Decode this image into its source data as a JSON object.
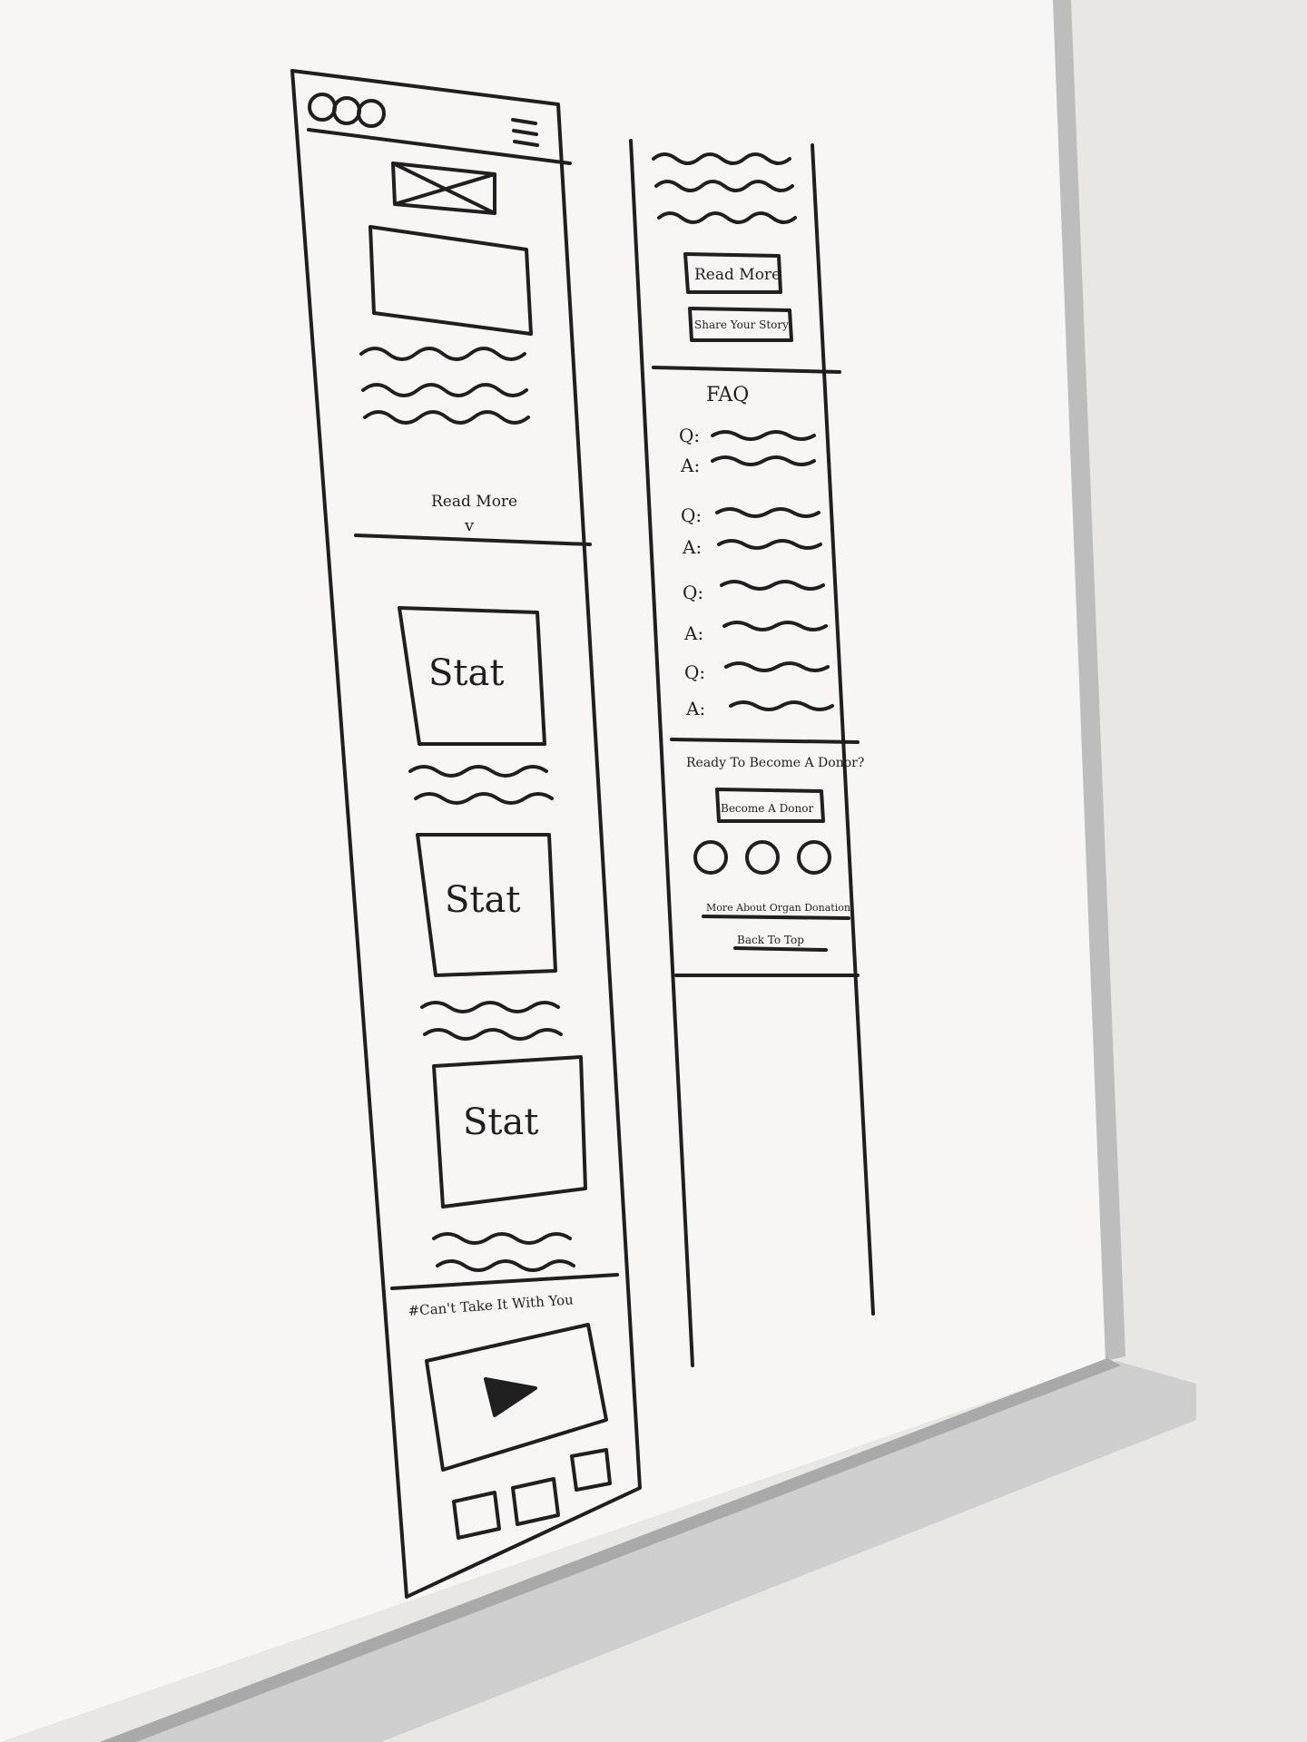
{
  "left_column": {
    "read_more_link": "Read More",
    "read_more_arrow": "v",
    "stat_labels": [
      "Stat",
      "Stat",
      "Stat"
    ],
    "hashtag": "#Can't Take It With You"
  },
  "right_column": {
    "read_more_button": "Read More",
    "share_story_button": "Share Your Story",
    "faq_title": "FAQ",
    "faq_items": [
      {
        "q": "Q:",
        "a": "A:"
      },
      {
        "q": "Q:",
        "a": "A:"
      },
      {
        "q": "Q:",
        "a": "A:"
      },
      {
        "q": "Q:",
        "a": "A:"
      }
    ],
    "cta_heading": "Ready To Become A Donor?",
    "become_donor_button": "Become A Donor",
    "more_about_link": "More About Organ Donation",
    "back_to_top_link": "Back To Top"
  },
  "colors": {
    "wall": "#e9e7e4",
    "board": "#f7f6f4",
    "marker": "#1f1f1f",
    "tray": "#c9c9c9"
  },
  "icons": [
    "circle-icon",
    "hamburger-menu-icon",
    "image-placeholder-icon",
    "play-icon",
    "social-circle-icon"
  ]
}
